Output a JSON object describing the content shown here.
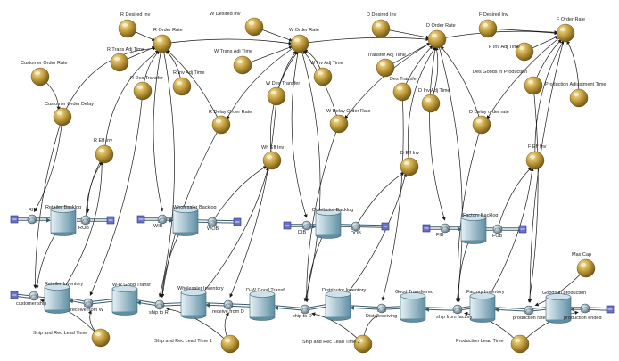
{
  "diagram": {
    "aux": [
      {
        "id": "cust_rate",
        "label": "Customer Order Rate"
      },
      {
        "id": "cust_delay",
        "label": "Customer Order Delay"
      },
      {
        "id": "r_desired_inv",
        "label": "R Desired Inv"
      },
      {
        "id": "r_trans_adj",
        "label": "R Trans Adj Time"
      },
      {
        "id": "r_des_transfer",
        "label": "R Des Transfer"
      },
      {
        "id": "r_inv_adj",
        "label": "R Inv Adj Time"
      },
      {
        "id": "r_eff_inv",
        "label": "R Eff Inv"
      },
      {
        "id": "r_delay_order",
        "label": "R Delay Order Rate"
      },
      {
        "id": "w_desired_inv",
        "label": "W Desired Inv"
      },
      {
        "id": "w_trans_adj",
        "label": "W Trans Adj Time"
      },
      {
        "id": "w_des_transfer",
        "label": "W Des Transfer"
      },
      {
        "id": "w_inv_adj",
        "label": "W Inv Adj Time"
      },
      {
        "id": "wh_eff_inv",
        "label": "Wh Eff Inv"
      },
      {
        "id": "w_delay_order",
        "label": "W Delay Order Rate"
      },
      {
        "id": "d_desired_inv",
        "label": "D Desired Inv"
      },
      {
        "id": "transfer_adj",
        "label": "Transfer Adj Time"
      },
      {
        "id": "des_transfer",
        "label": "Des Transfer"
      },
      {
        "id": "d_inv_adj",
        "label": "D Inv Adj Time"
      },
      {
        "id": "d_eff_inv",
        "label": "D Eff Inv"
      },
      {
        "id": "d_delay_order",
        "label": "D Delay order rate"
      },
      {
        "id": "f_desired_inv",
        "label": "F Desired Inv"
      },
      {
        "id": "f_inv_adj",
        "label": "F Inv Adj Time"
      },
      {
        "id": "des_goods_prod",
        "label": "Des Goods in Production"
      },
      {
        "id": "prod_adj",
        "label": "Production Adjustment Time"
      },
      {
        "id": "f_eff_inv",
        "label": "F Eff Inv"
      },
      {
        "id": "max_cap",
        "label": "Max Cap"
      },
      {
        "id": "ship_rec_lt",
        "label": "Ship and Rec Lead Time"
      },
      {
        "id": "ship_rec_lt1",
        "label": "Ship and Rec Lead Time 1"
      },
      {
        "id": "ship_rec_lt2",
        "label": "Ship and Rec Lead Time 2"
      },
      {
        "id": "prod_lt",
        "label": "Production Lead Time"
      }
    ],
    "rates": [
      {
        "id": "r_order_rate",
        "label": "R Order Rate"
      },
      {
        "id": "w_order_rate",
        "label": "W Order Rate"
      },
      {
        "id": "d_order_rate",
        "label": "D Order Rate"
      },
      {
        "id": "f_order_rate",
        "label": "F Order Rate"
      }
    ],
    "stocks": [
      {
        "id": "retailer_backlog",
        "label": "Retailer Backlog"
      },
      {
        "id": "wholesaler_backlog",
        "label": "Wholesaler Backlog"
      },
      {
        "id": "distributor_backlog",
        "label": "Distributor Backlog"
      },
      {
        "id": "factory_backlog",
        "label": "Factory Backlog"
      },
      {
        "id": "retailer_inventory",
        "label": "Retailer Inventory"
      },
      {
        "id": "wr_good_transf",
        "label": "W-R Good Transf"
      },
      {
        "id": "wholesaler_inventory",
        "label": "Wholesaler Inventory"
      },
      {
        "id": "dw_good_transf",
        "label": "D-W Good Transf"
      },
      {
        "id": "distributor_inventory",
        "label": "Distributor Inventory"
      },
      {
        "id": "good_transferred",
        "label": "Good Transferred"
      },
      {
        "id": "factory_inventory",
        "label": "Factory Inventory"
      },
      {
        "id": "goods_in_production",
        "label": "Goods in production"
      }
    ],
    "valves": [
      {
        "id": "rib",
        "label": "RIB"
      },
      {
        "id": "rob",
        "label": "ROB"
      },
      {
        "id": "wib",
        "label": "WIB"
      },
      {
        "id": "wob",
        "label": "WOB"
      },
      {
        "id": "dib",
        "label": "DIB"
      },
      {
        "id": "dob",
        "label": "DOB"
      },
      {
        "id": "fib",
        "label": "FIB"
      },
      {
        "id": "fob",
        "label": "FOB"
      },
      {
        "id": "customer_ship",
        "label": "customer ship"
      },
      {
        "id": "receive_from_w",
        "label": "receive from W"
      },
      {
        "id": "ship_to_r",
        "label": "ship to R"
      },
      {
        "id": "receive_from_d",
        "label": "receive from D"
      },
      {
        "id": "ship_to_d",
        "label": "ship to D"
      },
      {
        "id": "dist_receiving",
        "label": "Dist Receiving"
      },
      {
        "id": "ship_from_factory",
        "label": "ship from factory"
      },
      {
        "id": "production_rate",
        "label": "production rate"
      },
      {
        "id": "production_ended",
        "label": "production ended"
      }
    ]
  },
  "colors": {
    "sphere_light": "#f3e3a6",
    "sphere_mid": "#c8a342",
    "sphere_dark": "#6e5312",
    "stock_light": "#e6f1f6",
    "stock_dark": "#5f8fa4",
    "valve_light": "#f2f6f8",
    "valve_dark": "#5c7a8a",
    "cloud": "#6a72c8",
    "arrow": "#1a1a1a"
  }
}
